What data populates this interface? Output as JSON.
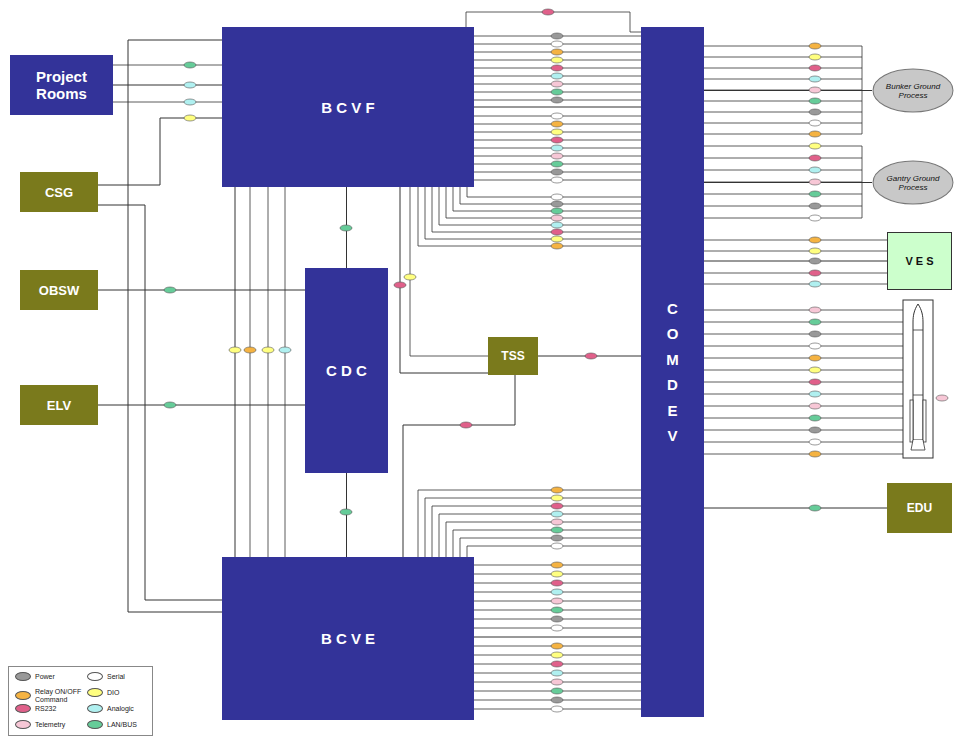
{
  "diagram": {
    "nodes": [
      {
        "text": [
          "Project Rooms"
        ]
      },
      {
        "text": [
          "B C V F"
        ]
      },
      {
        "text": [
          "CSG"
        ]
      },
      {
        "text": [
          "OBSW"
        ]
      },
      {
        "text": [
          "C D C"
        ]
      },
      {
        "text": [
          "ELV"
        ]
      },
      {
        "text": [
          "TSS"
        ]
      },
      {
        "text": [
          "C O M D E V"
        ]
      },
      {
        "text": [
          "Bunker Ground Process"
        ]
      },
      {
        "text": [
          "Gantry Ground Process"
        ]
      },
      {
        "text": [
          "V E S"
        ]
      },
      {
        "text": [
          "EDU"
        ]
      },
      {
        "text": [
          "B C V E"
        ]
      }
    ],
    "edges": [
      {
        "from": 0,
        "to": 1,
        "arrow": "none"
      },
      {
        "from": 2,
        "to": 1,
        "arrow": "none"
      },
      {
        "from": 2,
        "to": 12,
        "arrow": "none"
      },
      {
        "from": 1,
        "to": 12,
        "arrow": "none"
      },
      {
        "from": 3,
        "to": 4,
        "arrow": "none"
      },
      {
        "from": 5,
        "to": 4,
        "arrow": "none"
      },
      {
        "from": 1,
        "to": 4,
        "arrow": "none"
      },
      {
        "from": 4,
        "to": 12,
        "arrow": "none"
      },
      {
        "from": 1,
        "to": 12,
        "arrow": "none"
      },
      {
        "from": 1,
        "to": 6,
        "arrow": "none"
      },
      {
        "from": 6,
        "to": 7,
        "arrow": "none"
      },
      {
        "from": 6,
        "to": 12,
        "arrow": "none"
      },
      {
        "from": 1,
        "to": 7,
        "arrow": "none"
      },
      {
        "from": 12,
        "to": 7,
        "arrow": "none"
      },
      {
        "from": 7,
        "to": 8,
        "arrow": "none"
      },
      {
        "from": 7,
        "to": 9,
        "arrow": "none"
      },
      {
        "from": 7,
        "to": 10,
        "arrow": "none"
      },
      {
        "from": 7,
        "to": 11,
        "arrow": "none"
      }
    ],
    "legend": [
      {
        "text": "Power",
        "color": "#999999"
      },
      {
        "text": "Serial",
        "color": "#ffffff"
      },
      {
        "text": "Relay ON/OFF Command",
        "color": "#f5b342"
      },
      {
        "text": "DIO",
        "color": "#ffff80"
      },
      {
        "text": "RS232",
        "color": "#e0608a"
      },
      {
        "text": "Analogic",
        "color": "#b0f0f0"
      },
      {
        "text": "Telemetry",
        "color": "#f7c7d6"
      },
      {
        "text": "LAN/BUS",
        "color": "#66cc99"
      }
    ]
  }
}
